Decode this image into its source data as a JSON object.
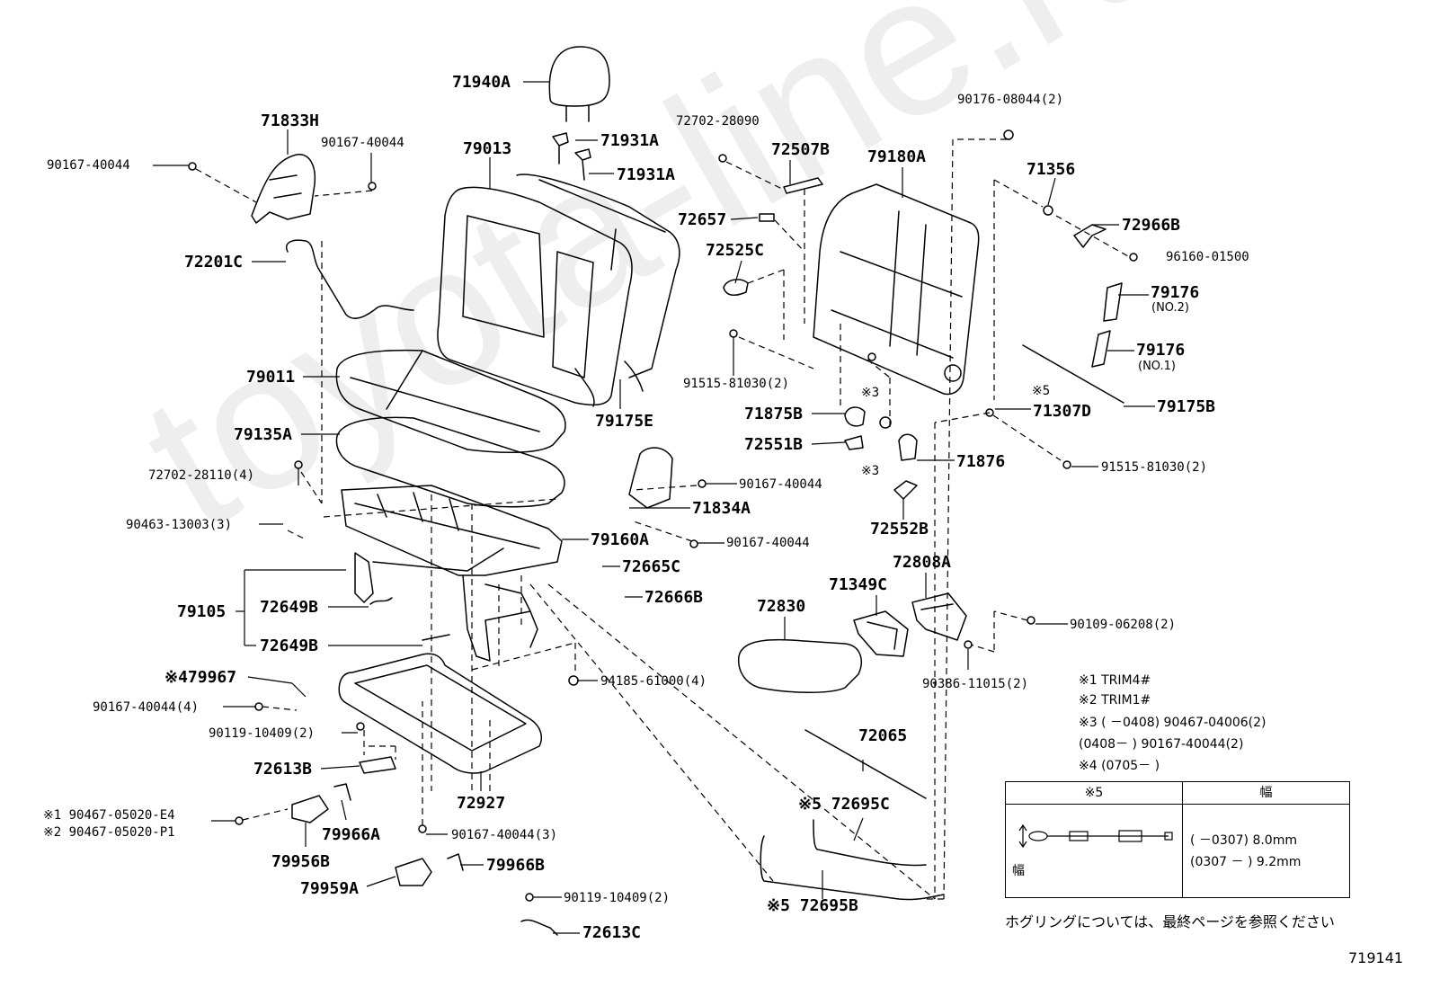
{
  "watermark": "toyota-line.ru",
  "parts": {
    "p71940A": "71940A",
    "p71833H": "71833H",
    "p90167_a": "90167-40044",
    "p90167_b": "90167-40044",
    "p79013": "79013",
    "p71931A_1": "71931A",
    "p71931A_2": "71931A",
    "p72702_28090": "72702-28090",
    "p72507B": "72507B",
    "p90176": "90176-08044(2)",
    "p79180A": "79180A",
    "p71356": "71356",
    "p72966B": "72966B",
    "p96160": "96160-01500",
    "p72657": "72657",
    "p72525C": "72525C",
    "p72201C": "72201C",
    "p79176_no2": "79176",
    "p79176_no2_sub": "(NO.2)",
    "p79176_no1": "79176",
    "p79176_no1_sub": "(NO.1)",
    "p79011": "79011",
    "p91515_a": "91515-81030(2)",
    "p79175E": "79175E",
    "p3_a": "※3",
    "p5_a": "※5",
    "p79175B": "79175B",
    "p71307D": "71307D",
    "p71875B": "71875B",
    "p79135A": "79135A",
    "p72551B": "72551B",
    "p71876": "71876",
    "p3_b": "※3",
    "p91515_b": "91515-81030(2)",
    "p72702_28110": "72702-28110(4)",
    "p90167_c": "90167-40044",
    "p71834A": "71834A",
    "p72552B": "72552B",
    "p90463": "90463-13003(3)",
    "p79160A": "79160A",
    "p90167_d": "90167-40044",
    "p72808A": "72808A",
    "p72665C": "72665C",
    "p71349C": "71349C",
    "p72666B": "72666B",
    "p72830": "72830",
    "p90109": "90109-06208(2)",
    "p79105": "79105",
    "p72649B_a": "72649B",
    "p72649B_b": "72649B",
    "p94185": "94185-61000(4)",
    "p90386": "90386-11015(2)",
    "p79967": "※479967",
    "p90167_e": "90167-40044(4)",
    "p90119_a": "90119-10409(2)",
    "p72065": "72065",
    "p72613B": "72613B",
    "p72927": "72927",
    "p72695C": "※5 72695C",
    "p9046705_e4": "※1  90467-05020-E4",
    "p9046705_p1": "※2  90467-05020-P1",
    "p79966A": "79966A",
    "p90167_f": "90167-40044(3)",
    "p79956B": "79956B",
    "p79966B": "79966B",
    "p79959A": "79959A",
    "p90119_b": "90119-10409(2)",
    "p72695B": "※5 72695B",
    "p72613C": "72613C"
  },
  "notes": {
    "n1": "※1 TRIM4#",
    "n2": "※2 TRIM1#",
    "n3a": "※3 (        －0408) 90467-04006(2)",
    "n3b": "      (0408－        ) 90167-40044(2)",
    "n4": "※4 (0705－        )"
  },
  "legend": {
    "col1_header": "※5",
    "col2_header": "幅",
    "width_label": "幅",
    "row1": "(        －0307) 8.0mm",
    "row2": "(0307 －       ) 9.2mm"
  },
  "footnote": "ホグリングについては、最終ページを参照ください",
  "figure_number": "719141"
}
